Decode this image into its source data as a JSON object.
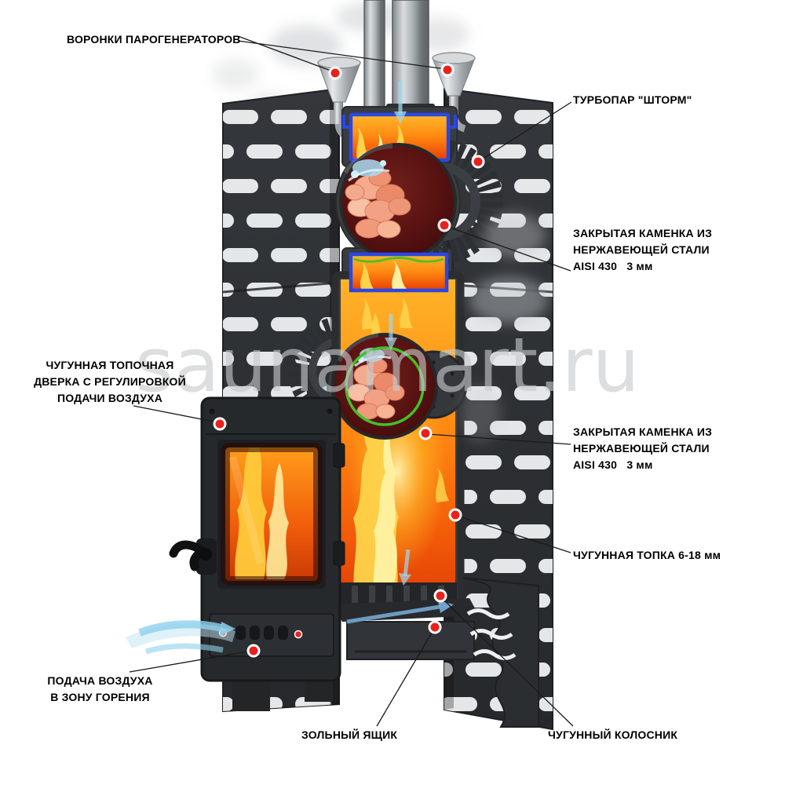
{
  "watermark": "saunamart.ru",
  "callouts": {
    "steam_funnels": {
      "label": "ВОРОНКИ ПАРОГЕНЕРАТОРОВ"
    },
    "turbopar": {
      "label": "ТУРБОПАР \"ШТОРМ\""
    },
    "kamenka_top": {
      "lines": [
        "ЗАКРЫТАЯ КАМЕНКА ИЗ",
        "НЕРЖАВЕЮЩЕЙ СТАЛИ",
        "AISI 430   3 мм"
      ]
    },
    "door": {
      "lines": [
        "ЧУГУННАЯ ТОПОЧНАЯ",
        "ДВЕРКА С РЕГУЛИРОВКОЙ",
        "ПОДАЧИ ВОЗДУХА"
      ]
    },
    "kamenka_middle": {
      "lines": [
        "ЗАКРЫТАЯ КАМЕНКА ИЗ",
        "НЕРЖАВЕЮЩЕЙ СТАЛИ",
        "AISI 430   3 мм"
      ]
    },
    "cast_iron_firebox": {
      "label": "ЧУГУННАЯ ТОПКА 6-18 мм"
    },
    "air_supply": {
      "lines": [
        "ПОДАЧА ВОЗДУХА",
        "В ЗОНУ ГОРЕНИЯ"
      ]
    },
    "ash_box": {
      "label": "ЗОЛЬНЫЙ ЯЩИК"
    },
    "grate": {
      "label": "ЧУГУННЫЙ КОЛОСНИК"
    }
  },
  "colors": {
    "callout-red": "#e8211d",
    "water-jacket-blue": "#2947e6",
    "glow-green": "#43c028",
    "flame-orange": "#ff8a12",
    "steel-gray": "#9aa0a4",
    "panel-dark": "#2e3134",
    "stone-salmon": "#f3a98c",
    "water-blue": "#aadcf2",
    "watermark-gray": "#c7cacc"
  }
}
